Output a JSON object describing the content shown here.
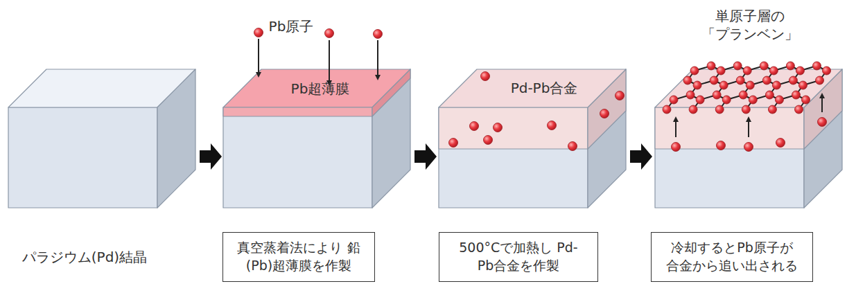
{
  "diagram": {
    "nodes": [
      {
        "text": [
          "真空蒸着法により 鉛(Pb)超薄膜を作製"
        ]
      },
      {
        "text": [
          "500°Cで加熱し Pd-Pb合金を作製"
        ]
      },
      {
        "text": [
          "冷却するとPb原子が 合金から追い出される"
        ]
      }
    ],
    "labels": [
      "Pb原子",
      "Pb超薄膜",
      "Pd-Pb合金",
      "単原子層の 「プランベン」",
      "パラジウム(Pd)結晶"
    ]
  }
}
